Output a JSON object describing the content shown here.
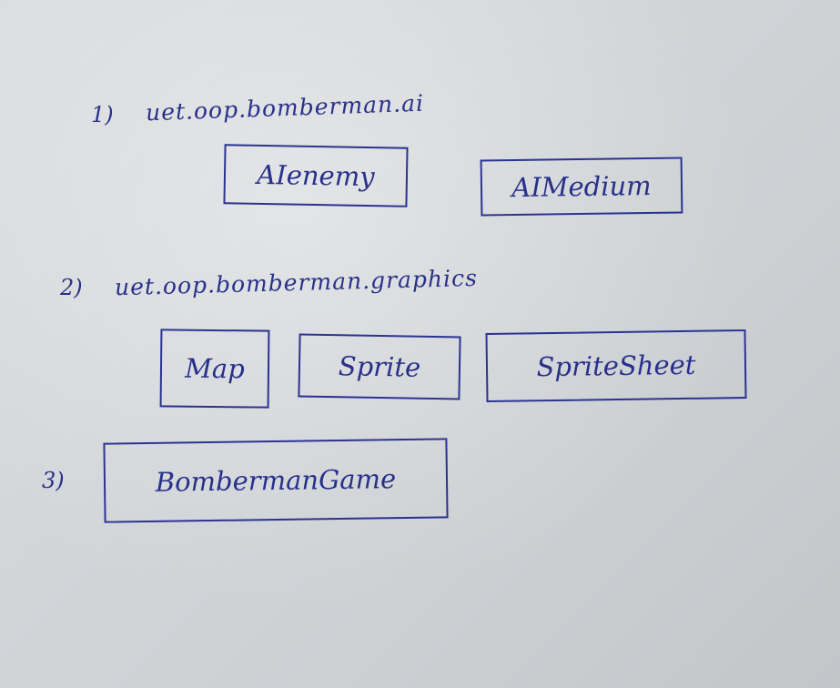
{
  "sections": [
    {
      "marker": "1)",
      "package": "uet.oop.bomberman.ai",
      "classes": [
        "AIenemy",
        "AIMedium"
      ]
    },
    {
      "marker": "2)",
      "package": "uet.oop.bomberman.graphics",
      "classes": [
        "Map",
        "Sprite",
        "SpriteSheet"
      ]
    },
    {
      "marker": "3)",
      "package": "",
      "classes": [
        "BombermanGame"
      ]
    }
  ],
  "colors": {
    "ink": "#28308a",
    "paper": "#d6d9dc"
  }
}
